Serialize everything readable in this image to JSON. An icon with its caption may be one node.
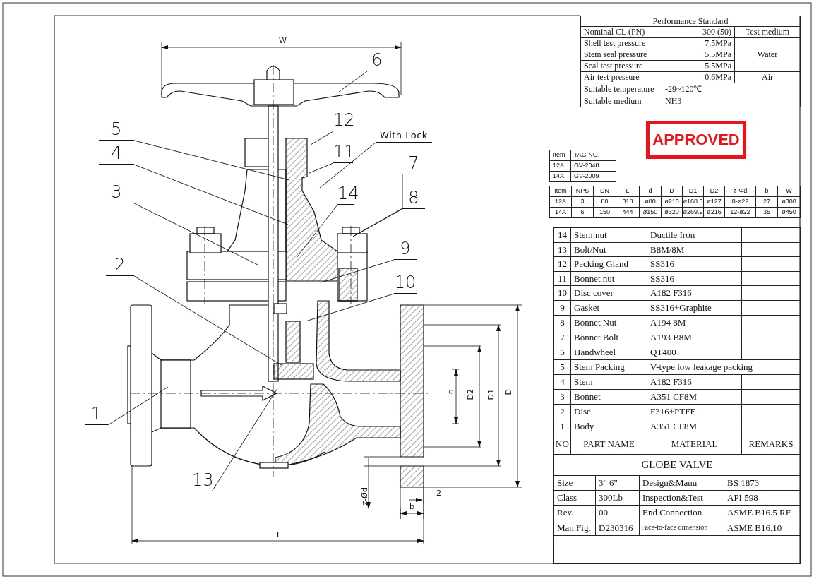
{
  "diagram": {
    "nodes": [
      {
        "text": [
          "6"
        ]
      },
      {
        "text": [
          "12"
        ]
      },
      {
        "text": [
          "5"
        ]
      },
      {
        "text": [
          "With Lock"
        ]
      },
      {
        "text": [
          "11"
        ]
      },
      {
        "text": [
          "4"
        ]
      },
      {
        "text": [
          "7"
        ]
      },
      {
        "text": [
          "3"
        ]
      },
      {
        "text": [
          "14"
        ]
      },
      {
        "text": [
          "8"
        ]
      },
      {
        "text": [
          "9"
        ]
      },
      {
        "text": [
          "2"
        ]
      },
      {
        "text": [
          "10"
        ]
      },
      {
        "text": [
          "1"
        ]
      },
      {
        "text": [
          "13"
        ]
      }
    ],
    "edges": [
      {
        "from": 0,
        "to": null,
        "arrow": "none"
      },
      {
        "from": 1,
        "to": null,
        "arrow": "none"
      },
      {
        "from": 2,
        "to": null,
        "arrow": "none"
      },
      {
        "from": 3,
        "to": null,
        "arrow": "none"
      },
      {
        "from": 4,
        "to": null,
        "arrow": "none"
      },
      {
        "from": 5,
        "to": null,
        "arrow": "none"
      },
      {
        "from": 6,
        "to": null,
        "arrow": "none"
      },
      {
        "from": 7,
        "to": null,
        "arrow": "none"
      },
      {
        "from": 8,
        "to": null,
        "arrow": "none"
      },
      {
        "from": 9,
        "to": null,
        "arrow": "none"
      },
      {
        "from": 10,
        "to": null,
        "arrow": "none"
      },
      {
        "from": 11,
        "to": null,
        "arrow": "none"
      },
      {
        "from": 12,
        "to": null,
        "arrow": "none"
      },
      {
        "from": 13,
        "to": null,
        "arrow": "none"
      },
      {
        "from": 14,
        "to": null,
        "arrow": "none"
      }
    ],
    "labels": [
      "Performance Standard",
      "Nominal CL (PN)",
      "300 (50)",
      "Test medium",
      "Shell test pressure",
      "7.5MPa",
      "Water",
      "Stem seal pressure",
      "5.5MPa",
      "Seal test pressure",
      "5.5MPa",
      "Air test pressure",
      "0.6MPa",
      "Air",
      "Suitable temperature",
      "-29~120℃",
      "Suitable medium",
      "NH3",
      "APPROVED",
      "Item",
      "TAG NO.",
      "12A",
      "GV-2048",
      "14A",
      "GV-2009",
      "Item",
      "NPS",
      "DN",
      "L",
      "d",
      "D",
      "D1",
      "D2",
      "z-Φd",
      "b",
      "W",
      "12A",
      "3",
      "80",
      "318",
      "ø80",
      "ø210",
      "ø168.3",
      "ø127",
      "8-ø22",
      "27",
      "ø300",
      "14A",
      "6",
      "150",
      "444",
      "ø150",
      "ø320",
      "ø269.9",
      "ø216",
      "12-ø22",
      "35",
      "ø450",
      "14",
      "Stem nut",
      "Ductile Iron",
      "13",
      "Bolt/Nut",
      "B8M/8M",
      "12",
      "Packing Gland",
      "SS316",
      "11",
      "Bonnet nut",
      "SS316",
      "10",
      "Disc cover",
      "A182 F316",
      "9",
      "Gasket",
      "SS316+Graphite",
      "8",
      "Bonnet Nut",
      "A194 8M",
      "7",
      "Bonnet Bolt",
      "A193 B8M",
      "6",
      "Handwheel",
      "QT400",
      "5",
      "Stem Packing",
      "V-type low leakage packing",
      "4",
      "Stem",
      "A182 F316",
      "3",
      "Bonnet",
      "A351 CF8M",
      "2",
      "Disc",
      "F316+PTFE",
      "1",
      "Body",
      "A351 CF8M",
      "NO",
      "PART NAME",
      "MATERIAL",
      "REMARKS",
      "GLOBE VALVE",
      "Size",
      "3\" 6\"",
      "Design&Manu",
      "BS 1873",
      "Class",
      "300Lb",
      "Inspection&Test",
      "API 598",
      "Rev.",
      "00",
      "End Connection",
      "ASME B16.5 RF",
      "Man.Fig.",
      "D230316",
      "Face-to-face dimension",
      "ASME B16.10",
      "W",
      "d",
      "D2",
      "D1",
      "D",
      "z-Ød",
      "2",
      "b",
      "L"
    ]
  }
}
